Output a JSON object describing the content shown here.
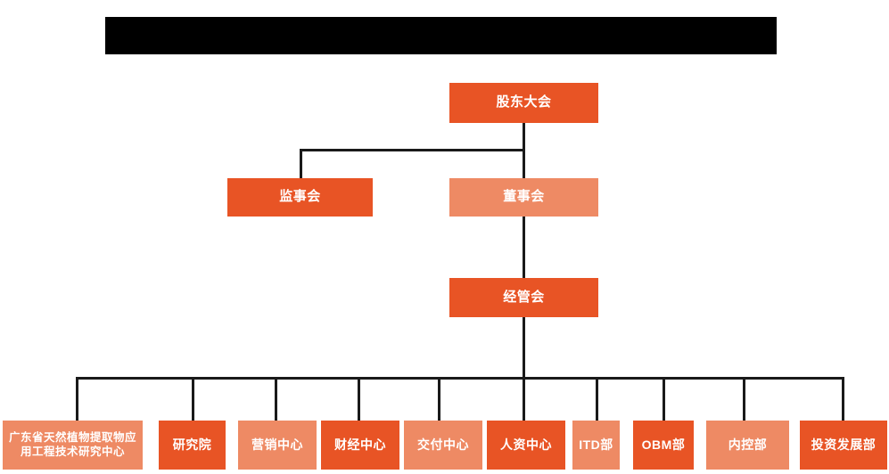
{
  "page": {
    "title_bar": {
      "name": "redacted-title-bar",
      "text": "",
      "color": "#000000"
    },
    "background": "#ffffff"
  },
  "theme": {
    "dark_orange": "#E85425",
    "light_orange": "#EE8A64",
    "connector_color": "#1a1a1a",
    "node_text_color": "#ffffff"
  },
  "org_chart": {
    "type": "org-tree",
    "levels": [
      {
        "level": 1,
        "nodes": [
          {
            "id": "shareholders",
            "label": "股东大会",
            "shade": "dark"
          }
        ]
      },
      {
        "level": 2,
        "nodes": [
          {
            "id": "supervisors",
            "label": "监事会",
            "shade": "dark"
          },
          {
            "id": "directors",
            "label": "董事会",
            "shade": "light"
          }
        ]
      },
      {
        "level": 3,
        "nodes": [
          {
            "id": "management",
            "label": "经管会",
            "shade": "dark"
          }
        ]
      },
      {
        "level": 4,
        "nodes": [
          {
            "id": "dept0",
            "label": "广东省天然植物提取物应\n用工程技术研究中心",
            "shade": "light"
          },
          {
            "id": "dept1",
            "label": "研究院",
            "shade": "dark"
          },
          {
            "id": "dept2",
            "label": "营销中心",
            "shade": "light"
          },
          {
            "id": "dept3",
            "label": "财经中心",
            "shade": "dark"
          },
          {
            "id": "dept4",
            "label": "交付中心",
            "shade": "light"
          },
          {
            "id": "dept5",
            "label": "人资中心",
            "shade": "dark"
          },
          {
            "id": "dept6",
            "label": "ITD部",
            "shade": "light"
          },
          {
            "id": "dept7",
            "label": "OBM部",
            "shade": "dark"
          },
          {
            "id": "dept8",
            "label": "内控部",
            "shade": "light"
          },
          {
            "id": "dept9",
            "label": "投资发展部",
            "shade": "dark"
          }
        ]
      }
    ]
  }
}
